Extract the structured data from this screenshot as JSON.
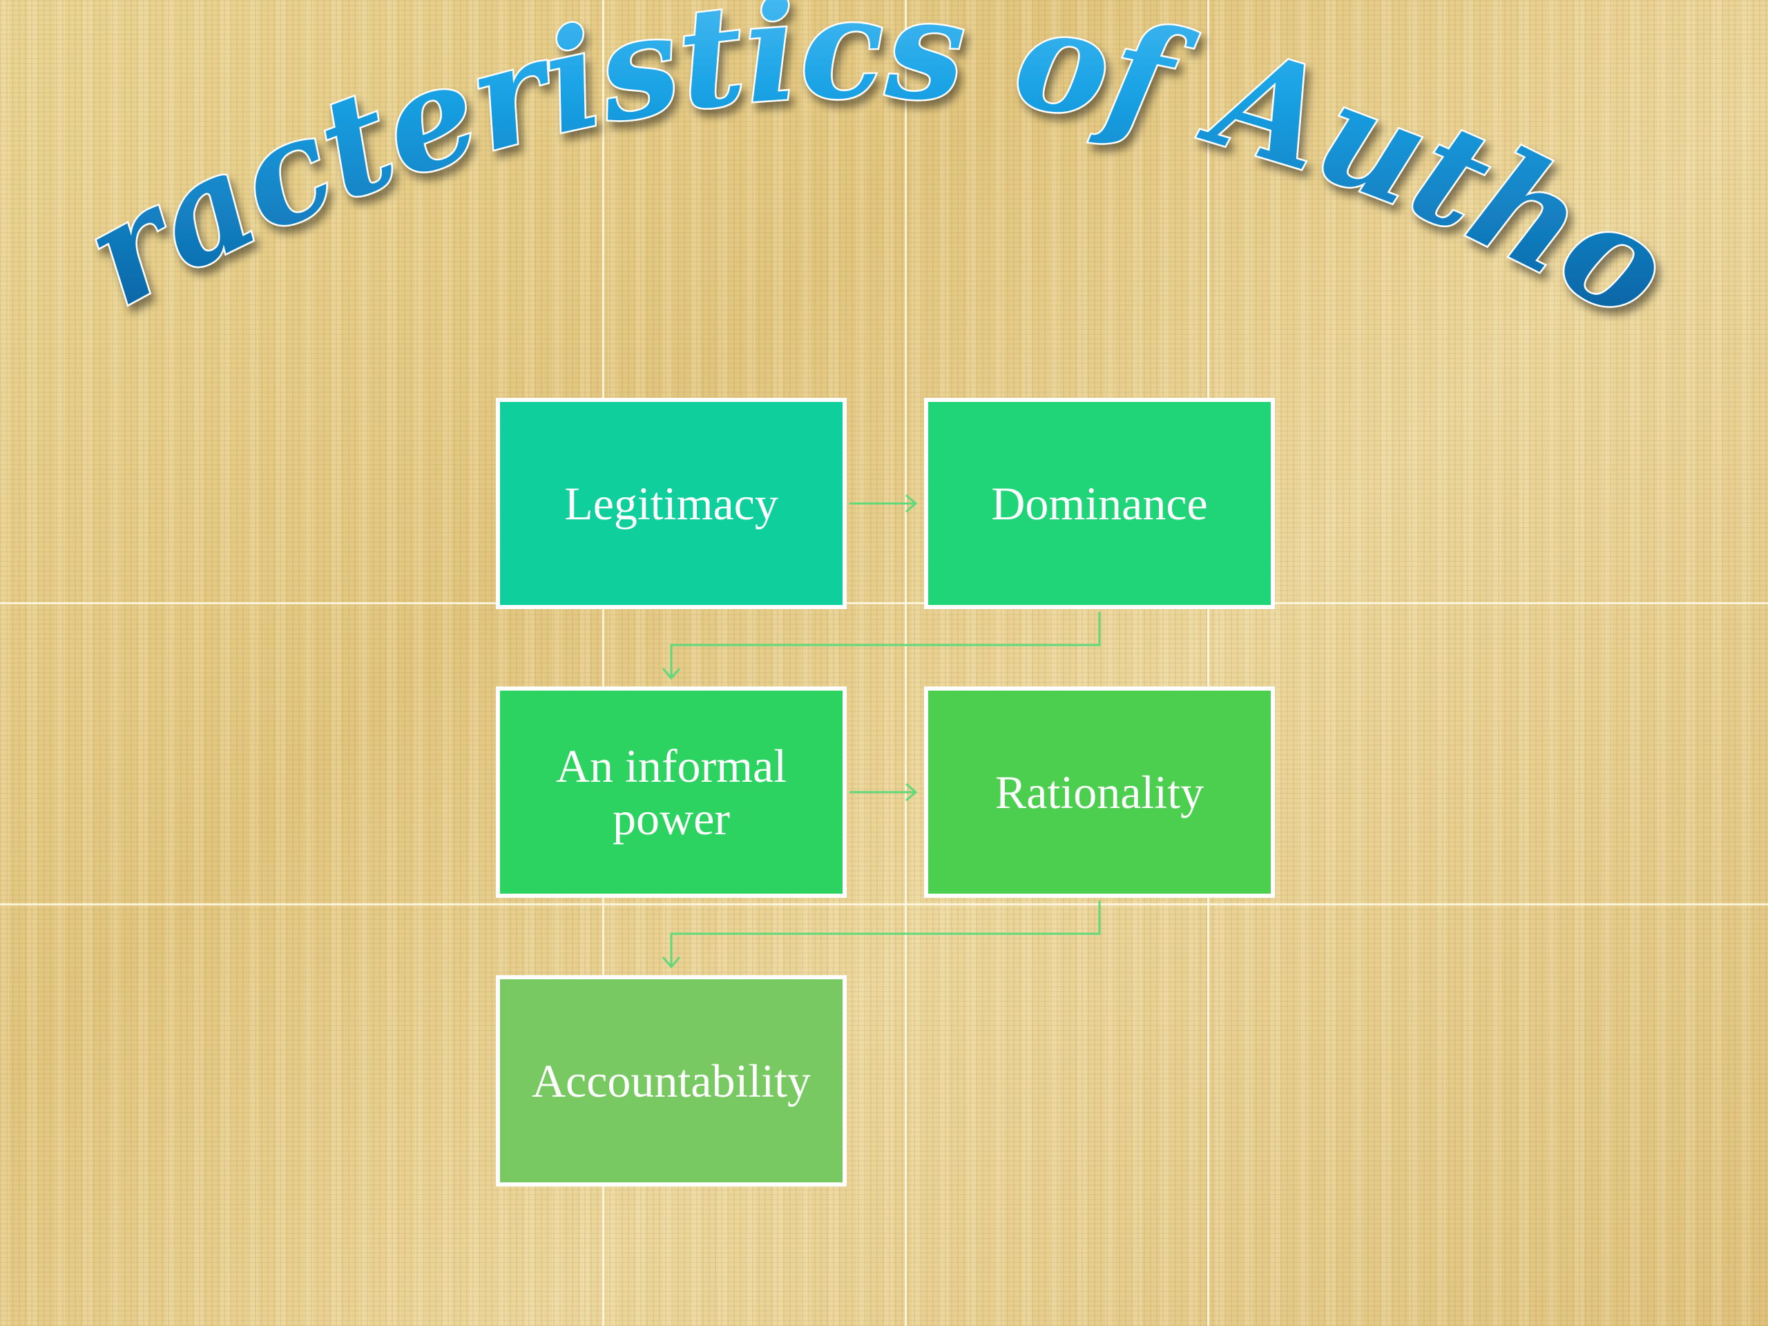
{
  "slide": {
    "title": "Characteristics of Authority"
  },
  "diagram": {
    "nodes": [
      {
        "id": "legitimacy",
        "label": "Legitimacy",
        "color": "#0fcf9c"
      },
      {
        "id": "dominance",
        "label": "Dominance",
        "color": "#1fd578"
      },
      {
        "id": "informal-power",
        "label": "An informal power",
        "color": "#2dd360"
      },
      {
        "id": "rationality",
        "label": "Rationality",
        "color": "#4ccf4f"
      },
      {
        "id": "accountability",
        "label": "Accountability",
        "color": "#79c963"
      }
    ],
    "edges": [
      {
        "from": "legitimacy",
        "to": "dominance"
      },
      {
        "from": "dominance",
        "to": "informal-power"
      },
      {
        "from": "informal-power",
        "to": "rationality"
      },
      {
        "from": "rationality",
        "to": "accountability"
      }
    ],
    "connector_color": "#5fd97a"
  },
  "colors": {
    "title_blue": "#1aa3e6",
    "title_dark": "#0a5a9a"
  }
}
